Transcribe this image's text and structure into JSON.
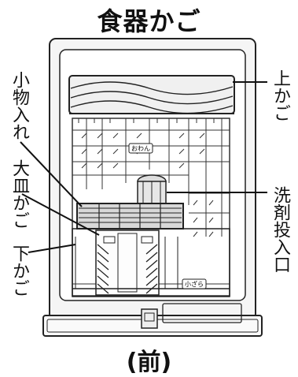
{
  "title": "食器かご",
  "labels": {
    "small_items": "小物入れ",
    "upper_basket": "上かご",
    "large_plate_basket": "大皿かご",
    "detergent_inlet": "洗剤投入口",
    "lower_basket": "下かご"
  },
  "small_tags": {
    "left": "おわん",
    "right": "小ざら"
  },
  "view": "(前)"
}
